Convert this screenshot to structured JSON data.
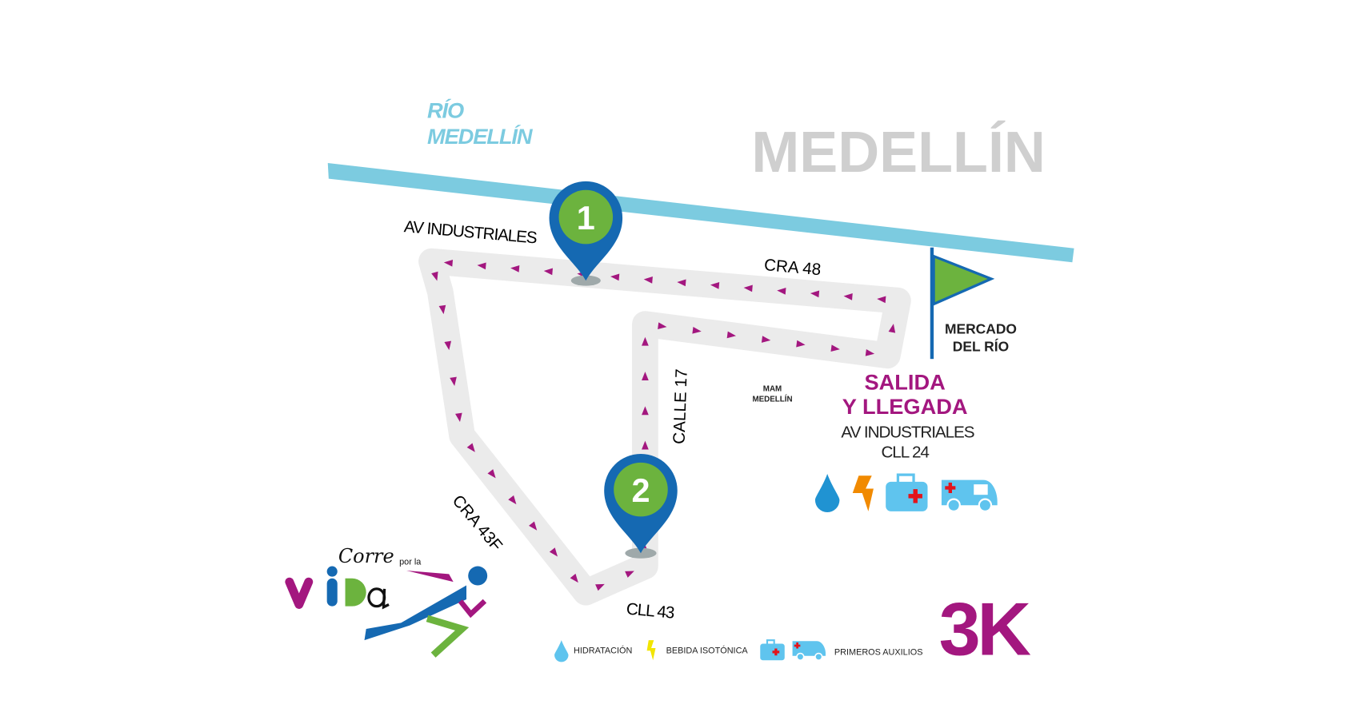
{
  "map": {
    "city_label": "MEDELLÍN",
    "river_label_line1": "RÍO",
    "river_label_line2": "MEDELLÍN",
    "streets": {
      "av_industriales": "AV INDUSTRIALES",
      "cra48": "CRA 48",
      "calle17": "CALLE 17",
      "cra43f": "CRA 43F",
      "cll43": "CLL 43"
    },
    "landmarks": {
      "mercado_line1": "MERCADO",
      "mercado_line2": "DEL RÍO",
      "mam_line1": "MAM",
      "mam_line2": "MEDELLÍN"
    },
    "start_finish": {
      "title_line1": "SALIDA",
      "title_line2": "Y LLEGADA",
      "address_line1": "AV INDUSTRIALES",
      "address_line2": "CLL 24"
    },
    "waypoints": [
      {
        "number": "1"
      },
      {
        "number": "2"
      }
    ],
    "distance": "3K"
  },
  "legend": {
    "hydration": "HIDRATACIÓN",
    "isotonic": "BEBIDA ISOTÓNICA",
    "first_aid": "PRIMEROS AUXILIOS"
  },
  "logo": {
    "text_corre": "Corre",
    "text_por_la": "por la",
    "text_vida": "VIDa"
  },
  "colors": {
    "river": "#7ccbe0",
    "route": "#ebebeb",
    "arrow": "#a3177f",
    "pin": "#1569b2",
    "pin_inner": "#6cb33e",
    "magenta": "#a3177f",
    "city": "#cfcfcf"
  }
}
